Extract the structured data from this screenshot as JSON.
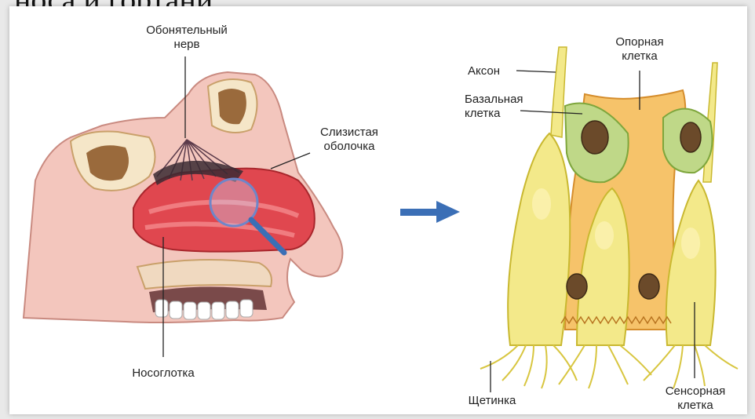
{
  "heading_fragment": "носа и гортани",
  "labels": {
    "olfactory_nerve": [
      "Обонятельный",
      "нерв"
    ],
    "mucous_membrane": [
      "Слизистая",
      "оболочка"
    ],
    "nasopharynx": "Носоглотка",
    "axon": "Аксон",
    "support_cell": [
      "Опорная",
      "клетка"
    ],
    "basal_cell": [
      "Базальная",
      "клетка"
    ],
    "bristle": "Щетинка",
    "sensory_cell": [
      "Сенсорная",
      "клетка"
    ]
  },
  "colors": {
    "arrow": "#3b6fb6",
    "mucosa": "#e0474f",
    "skin": "#f3c6bd",
    "bone": "#f5e6c8",
    "sensory_cell": "#f3e98a",
    "support_cell": "#f6c36a",
    "basal_cell": "#bfd888",
    "nucleus": "#6b4a2a"
  }
}
